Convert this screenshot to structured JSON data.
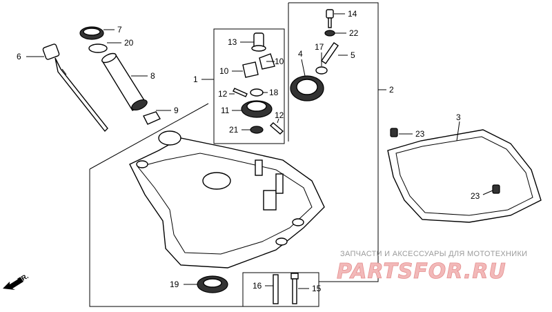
{
  "callouts": {
    "c1": "1",
    "c2": "2",
    "c3": "3",
    "c4": "4",
    "c5": "5",
    "c6": "6",
    "c7": "7",
    "c8": "8",
    "c9": "9",
    "c10a": "10",
    "c10b": "10",
    "c11": "11",
    "c12a": "12",
    "c12b": "12",
    "c13": "13",
    "c14": "14",
    "c15": "15",
    "c16": "16",
    "c17": "17",
    "c18": "18",
    "c19": "19",
    "c20": "20",
    "c21": "21",
    "c22": "22",
    "c23a": "23",
    "c23b": "23"
  },
  "direction": {
    "label": "FR."
  },
  "watermark": {
    "tagline": "ЗАПЧАСТИ И АКСЕССУАРЫ ДЛЯ МОТОТЕХНИКИ",
    "brand": "PARTSFOR.RU"
  }
}
